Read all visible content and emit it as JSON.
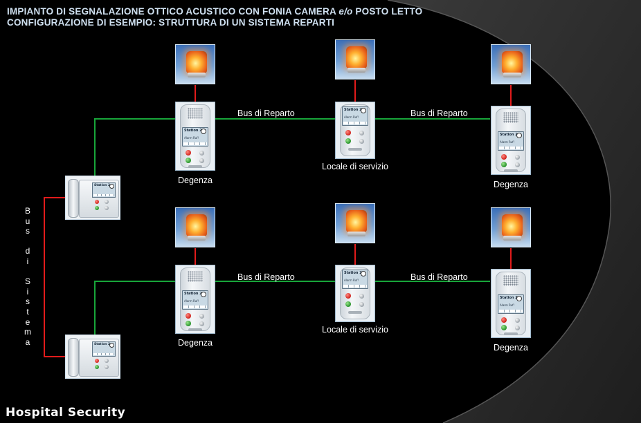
{
  "header": {
    "line1_a": "IMPIANTO DI SEGNALAZIONE OTTICO ACUSTICO CON FONIA CAMERA ",
    "line1_italic": "e/o",
    "line1_b": " POSTO LETTO",
    "line2": "CONFIGURAZIONE DI ESEMPIO:  STRUTTURA DI UN SISTEMA REPARTI"
  },
  "footer": {
    "brand": "Hospital Security"
  },
  "diagram": {
    "system_bus_label": "Bus di Sistema",
    "ward_bus_label": "Bus di Reparto",
    "room_label": "Degenza",
    "service_room_label": "Locale di servizio",
    "terminal_display": {
      "station": "Station 2",
      "alarm": "Alarm Ruf!"
    }
  },
  "colors": {
    "ward_bus": "#18a63a",
    "system_bus": "#e21b1b",
    "lamp_link": "#e21b1b",
    "title": "#cfe0f0",
    "background": "#000000",
    "swoosh": "#2a2a2a"
  }
}
